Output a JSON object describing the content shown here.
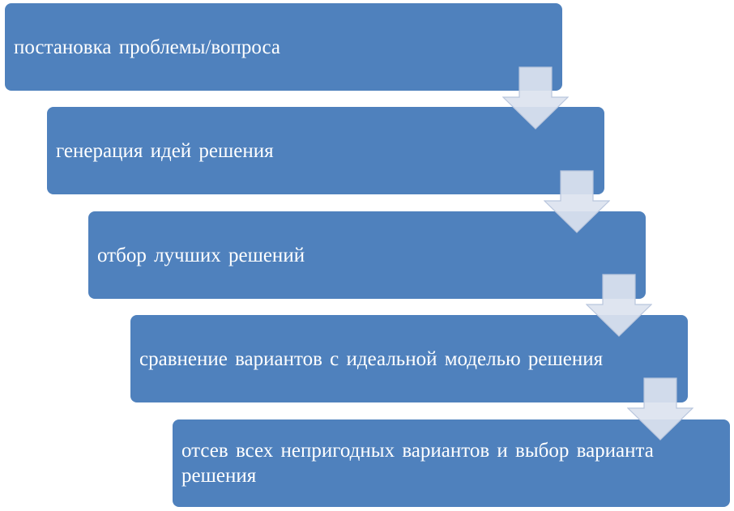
{
  "diagram": {
    "steps": [
      {
        "label": "постановка проблемы/вопроса"
      },
      {
        "label": "генерация идей решения"
      },
      {
        "label": "отбор лучших решений"
      },
      {
        "label": "сравнение вариантов с идеальной моделью решения"
      },
      {
        "label": "отсев всех непригодных вариантов и выбор варианта решения"
      }
    ],
    "colors": {
      "box_fill": "#4f81bd",
      "box_text": "#ffffff",
      "arrow_fill": "#dce3ef",
      "arrow_stroke": "#b9c6dd"
    },
    "connector_icon": "down-arrow-icon"
  }
}
